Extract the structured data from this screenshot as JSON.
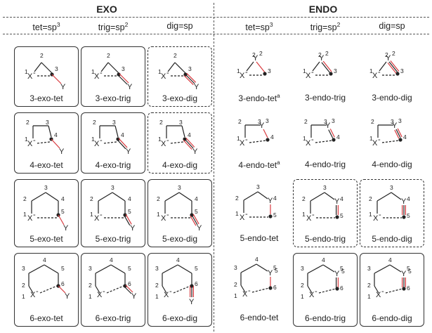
{
  "sections": {
    "exo": "EXO",
    "endo": "ENDO"
  },
  "column_headers": [
    {
      "base": "tet=sp",
      "sup": "3"
    },
    {
      "base": "trig=sp",
      "sup": "2"
    },
    {
      "base": "dig=sp",
      "sup": ""
    },
    {
      "base": "tet=sp",
      "sup": "3"
    },
    {
      "base": "trig=sp",
      "sup": "2"
    },
    {
      "base": "dig=sp",
      "sup": ""
    }
  ],
  "atom_labels": {
    "nucleophile": "X",
    "leaving": "Y",
    "charge": "-"
  },
  "cells": [
    {
      "ring": 3,
      "mode": "exo",
      "bond": "tet",
      "label": "3-exo-tet",
      "sup": "",
      "border": "solid"
    },
    {
      "ring": 3,
      "mode": "exo",
      "bond": "trig",
      "label": "3-exo-trig",
      "sup": "",
      "border": "solid"
    },
    {
      "ring": 3,
      "mode": "exo",
      "bond": "dig",
      "label": "3-exo-dig",
      "sup": "",
      "border": "dashed"
    },
    {
      "ring": 3,
      "mode": "endo",
      "bond": "tet",
      "label": "3-endo-tet",
      "sup": "a",
      "border": "none"
    },
    {
      "ring": 3,
      "mode": "endo",
      "bond": "trig",
      "label": "3-endo-trig",
      "sup": "",
      "border": "none"
    },
    {
      "ring": 3,
      "mode": "endo",
      "bond": "dig",
      "label": "3-endo-dig",
      "sup": "",
      "border": "none"
    },
    {
      "ring": 4,
      "mode": "exo",
      "bond": "tet",
      "label": "4-exo-tet",
      "sup": "",
      "border": "solid"
    },
    {
      "ring": 4,
      "mode": "exo",
      "bond": "trig",
      "label": "4-exo-trig",
      "sup": "",
      "border": "solid"
    },
    {
      "ring": 4,
      "mode": "exo",
      "bond": "dig",
      "label": "4-exo-dig",
      "sup": "",
      "border": "dashed"
    },
    {
      "ring": 4,
      "mode": "endo",
      "bond": "tet",
      "label": "4-endo-tet",
      "sup": "a",
      "border": "none"
    },
    {
      "ring": 4,
      "mode": "endo",
      "bond": "trig",
      "label": "4-endo-trig",
      "sup": "",
      "border": "none"
    },
    {
      "ring": 4,
      "mode": "endo",
      "bond": "dig",
      "label": "4-endo-dig",
      "sup": "",
      "border": "none"
    },
    {
      "ring": 5,
      "mode": "exo",
      "bond": "tet",
      "label": "5-exo-tet",
      "sup": "",
      "border": "solid"
    },
    {
      "ring": 5,
      "mode": "exo",
      "bond": "trig",
      "label": "5-exo-trig",
      "sup": "",
      "border": "solid"
    },
    {
      "ring": 5,
      "mode": "exo",
      "bond": "dig",
      "label": "5-exo-dig",
      "sup": "",
      "border": "solid"
    },
    {
      "ring": 5,
      "mode": "endo",
      "bond": "tet",
      "label": "5-endo-tet",
      "sup": "",
      "border": "none"
    },
    {
      "ring": 5,
      "mode": "endo",
      "bond": "trig",
      "label": "5-endo-trig",
      "sup": "",
      "border": "dashed"
    },
    {
      "ring": 5,
      "mode": "endo",
      "bond": "dig",
      "label": "5-endo-dig",
      "sup": "",
      "border": "dashed"
    },
    {
      "ring": 6,
      "mode": "exo",
      "bond": "tet",
      "label": "6-exo-tet",
      "sup": "",
      "border": "solid"
    },
    {
      "ring": 6,
      "mode": "exo",
      "bond": "trig",
      "label": "6-exo-trig",
      "sup": "",
      "border": "solid"
    },
    {
      "ring": 6,
      "mode": "exo",
      "bond": "dig",
      "label": "6-exo-dig",
      "sup": "",
      "border": "solid"
    },
    {
      "ring": 6,
      "mode": "endo",
      "bond": "tet",
      "label": "6-endo-tet",
      "sup": "",
      "border": "none"
    },
    {
      "ring": 6,
      "mode": "endo",
      "bond": "trig",
      "label": "6-endo-trig",
      "sup": "",
      "border": "solid"
    },
    {
      "ring": 6,
      "mode": "endo",
      "bond": "dig",
      "label": "6-endo-dig",
      "sup": "",
      "border": "solid"
    }
  ],
  "colors": {
    "bond_highlight": "#d9393e",
    "ink": "#222222",
    "background": "#ffffff"
  }
}
